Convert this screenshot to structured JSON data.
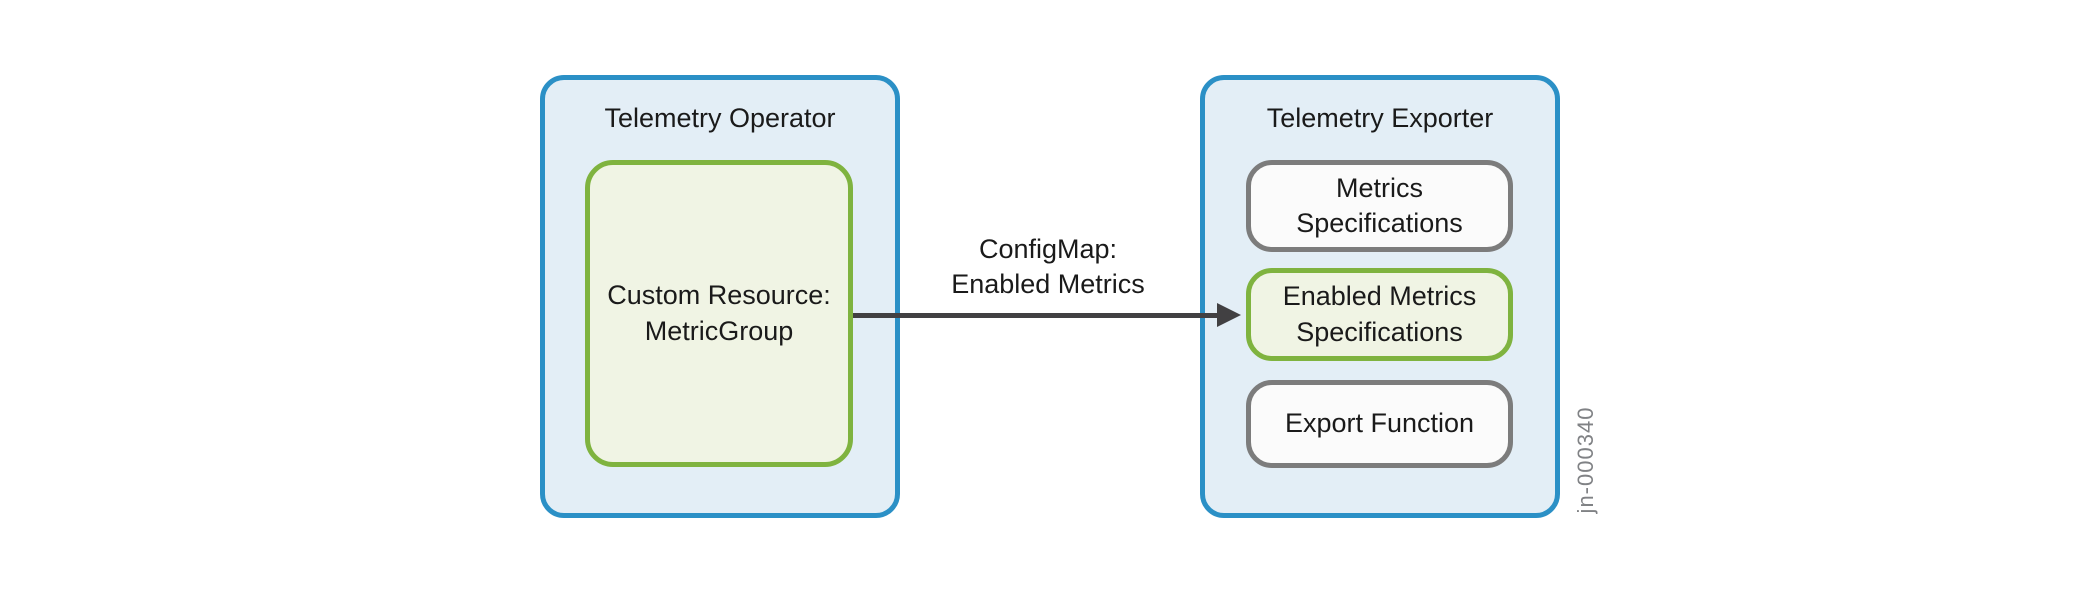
{
  "colors": {
    "background": "#FFFFFF",
    "blue_border": "#2B90C6",
    "blue_fill": "#E3EEF6",
    "green_border": "#7FB33F",
    "green_fill": "#F0F4E4",
    "gray_border": "#7C7C7C",
    "gray_fill": "#FBFBFB",
    "arrow": "#414042",
    "text": "#1A1A1A",
    "figure_id_text": "#808285"
  },
  "operator": {
    "title": "Telemetry Operator",
    "custom_resource_label": "Custom Resource:\nMetricGroup"
  },
  "arrow": {
    "label": "ConfigMap:\nEnabled Metrics"
  },
  "exporter": {
    "title": "Telemetry Exporter",
    "items": [
      {
        "label": "Metrics\nSpecifications",
        "style": "gray"
      },
      {
        "label": "Enabled Metrics\nSpecifications",
        "style": "green"
      },
      {
        "label": "Export Function",
        "style": "gray"
      }
    ]
  },
  "figure_id": "jn-000340"
}
